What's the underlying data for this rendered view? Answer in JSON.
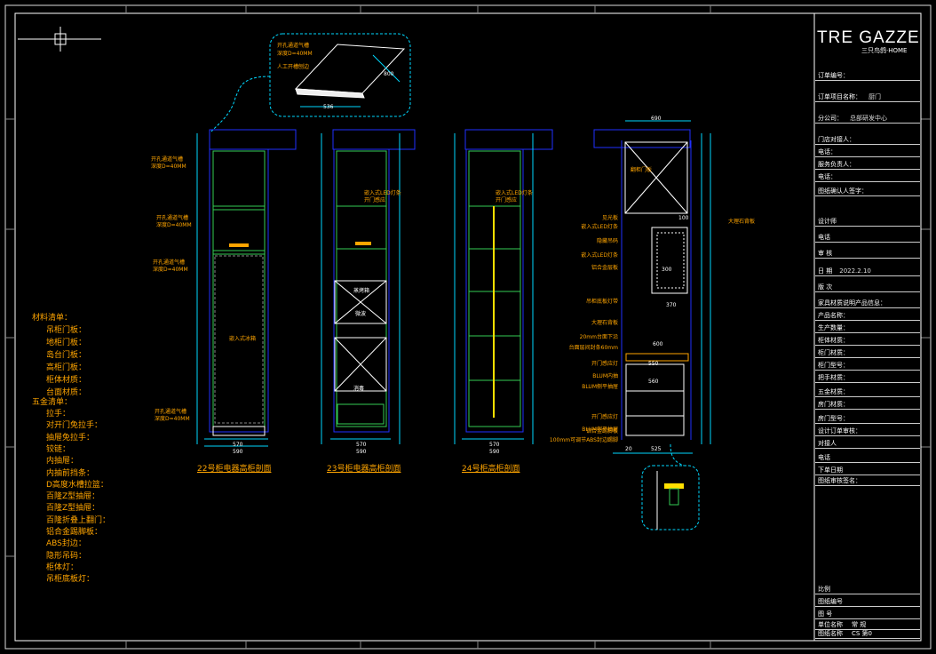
{
  "title_block": {
    "brand": "TRE GAZZE",
    "brand_sub": "三只鸟鸽·HOME",
    "rows": [
      {
        "label": "订单编号：",
        "value": ""
      },
      {
        "label": "订单项目名称：",
        "value": "厨门"
      },
      {
        "label": "分公司：",
        "value": "总部研发中心"
      },
      {
        "label": "门店对接人：",
        "value": ""
      },
      {
        "label": "电话：",
        "value": ""
      },
      {
        "label": "服务负责人：",
        "value": ""
      },
      {
        "label": "电话：",
        "value": ""
      },
      {
        "label": "图纸确认人签字：",
        "value": ""
      },
      {
        "label": "设计师",
        "value": ""
      },
      {
        "label": "电话",
        "value": ""
      },
      {
        "label": "审 核",
        "value": ""
      },
      {
        "label": "日 期",
        "value": "2022.2.10"
      },
      {
        "label": "版 次",
        "value": ""
      },
      {
        "label": "家具材质说明产品信息：",
        "value": ""
      },
      {
        "label": "产品名称：",
        "value": ""
      },
      {
        "label": "生产数量：",
        "value": ""
      },
      {
        "label": "柜体材质：",
        "value": ""
      },
      {
        "label": "柜门材质：",
        "value": ""
      },
      {
        "label": "柜门型号：",
        "value": ""
      },
      {
        "label": "把手材质：",
        "value": ""
      },
      {
        "label": "五金材质：",
        "value": ""
      },
      {
        "label": "房门材质：",
        "value": ""
      },
      {
        "label": "房门型号：",
        "value": ""
      },
      {
        "label": "设计订单审核：",
        "value": ""
      },
      {
        "label": "对接人",
        "value": ""
      },
      {
        "label": "电话",
        "value": ""
      },
      {
        "label": "下单日期",
        "value": ""
      },
      {
        "label": "图纸审核签名：",
        "value": ""
      }
    ],
    "footer": [
      {
        "label": "比例",
        "value": ""
      },
      {
        "label": "图纸编号",
        "value": ""
      },
      {
        "label": "图 号",
        "value": ""
      },
      {
        "label": "单位名称",
        "value": "常 规"
      },
      {
        "label": "图纸名称",
        "value": "CS 第0"
      }
    ]
  },
  "materials": {
    "heading1": "材料清单：",
    "items1": [
      "吊柜门板：",
      "地柜门板：",
      "岛台门板：",
      "高柜门板：",
      "柜体材质：",
      "台面材质："
    ],
    "heading2": "五金清单：",
    "items2": [
      "拉手：",
      "对开门免拉手：",
      "抽屉免拉手：",
      "铰链：",
      "内抽屉：",
      "内抽前挡条：",
      "D高度水槽拉篮：",
      "百隆Z型抽屉：",
      "百隆Z型抽屉：",
      "百隆折叠上翻门：",
      "铝合金踢脚板：",
      "ABS封边：",
      "隐形吊码：",
      "柜体灯：",
      "吊柜底板灯："
    ]
  },
  "detail_top": {
    "label1": "开孔通道气槽",
    "label2": "深度D=40MM",
    "label3": "人工开槽刨边",
    "dim1": "536",
    "dim2": "800"
  },
  "sections": [
    {
      "caption": "22号柜电器高柜剖面",
      "dim_w": "570",
      "dim_total": "590",
      "labels": [
        "开孔通道气槽",
        "深度D=40MM",
        "开孔通道气槽",
        "深度D=40MM",
        "开孔通道气槽",
        "深度D=40MM",
        "嵌入式冰箱",
        "开孔通道气槽",
        "深度D=40MM"
      ]
    },
    {
      "caption": "23号柜电器高柜剖面",
      "dim_w": "570",
      "dim_total": "590",
      "labels": [
        "嵌入式LED灯条",
        "开门感应",
        "蒸烤箱",
        "微波",
        "消毒"
      ]
    },
    {
      "caption": "24号柜高柜剖面",
      "dim_w": "570",
      "dim_total": "590",
      "labels": [
        "嵌入式LED灯条",
        "开门感应"
      ]
    }
  ],
  "side_section": {
    "dim_top": "690",
    "labels": [
      "翻柜门板",
      "见光板",
      "嵌入式LED灯条",
      "隐藏吊码",
      "嵌入式LED灯条",
      "铝合金层板",
      "吊柜底板灯带",
      "大理石背板",
      "20mm台面下沿",
      "台面层间封条60mm",
      "开门感应灯",
      "BLUM内抽",
      "BLUM侧平抽屉",
      "开门感应灯",
      "BLUM侧平抽屉",
      "铝合金踢脚板",
      "100mm可调节ABS封边踢脚"
    ],
    "right_label": "大理石背板",
    "dims": [
      "100",
      "300",
      "370",
      "600",
      "550",
      "560",
      "525",
      "20"
    ]
  },
  "colors": {
    "frame": "#ffffff",
    "blue": "#2030ff",
    "green": "#33cc55",
    "orange": "#ffa500",
    "yellow": "#ffe000",
    "cyan": "#00d8ff",
    "magenta": "#ff33ff"
  }
}
